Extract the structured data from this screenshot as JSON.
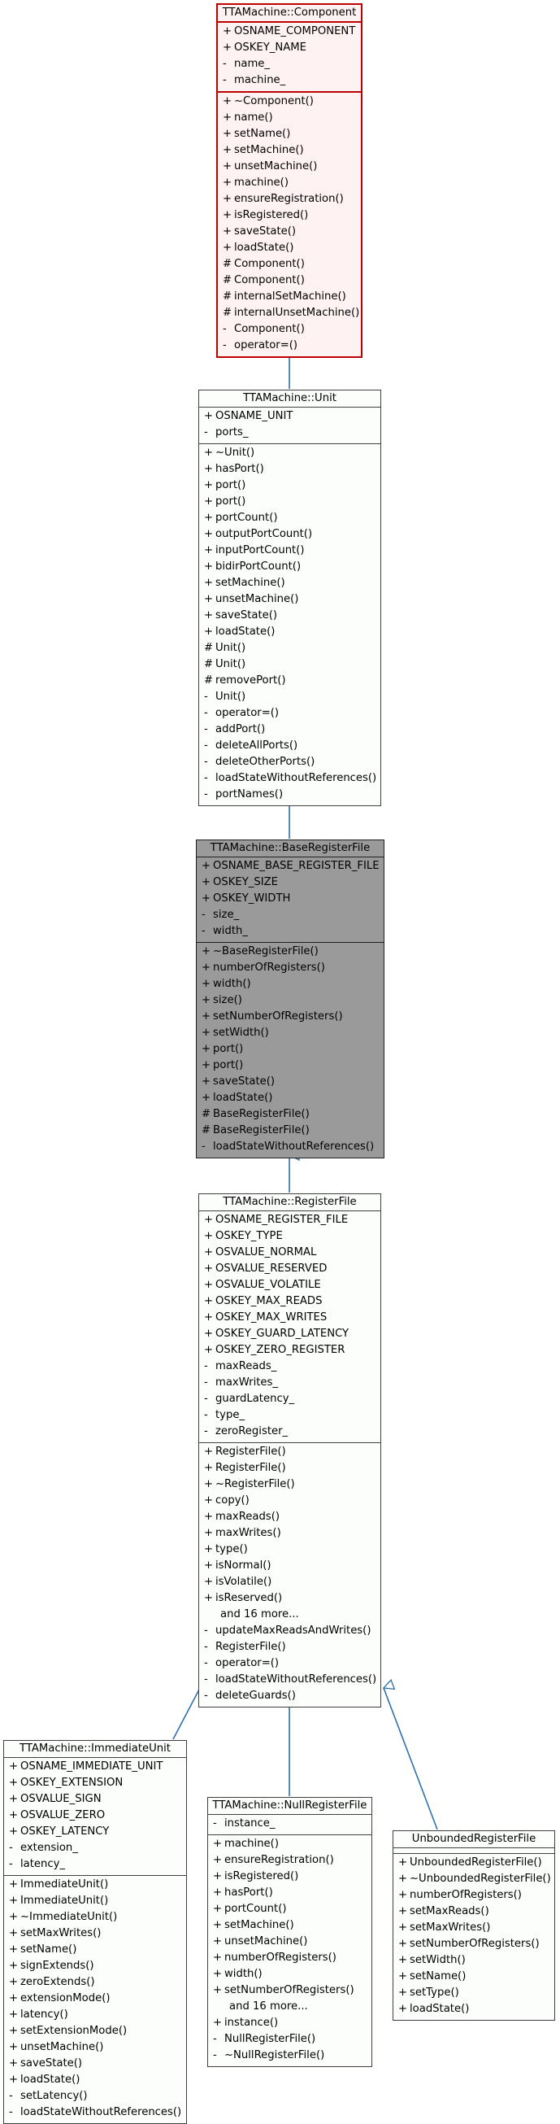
{
  "classes": {
    "component": {
      "title": "TTAMachine::Component",
      "attributes": [
        {
          "vis": "+",
          "name": "OSNAME_COMPONENT"
        },
        {
          "vis": "+",
          "name": "OSKEY_NAME"
        },
        {
          "vis": "-",
          "name": "name_"
        },
        {
          "vis": "-",
          "name": "machine_"
        }
      ],
      "methods": [
        {
          "vis": "+",
          "name": "~Component()"
        },
        {
          "vis": "+",
          "name": "name()"
        },
        {
          "vis": "+",
          "name": "setName()"
        },
        {
          "vis": "+",
          "name": "setMachine()"
        },
        {
          "vis": "+",
          "name": "unsetMachine()"
        },
        {
          "vis": "+",
          "name": "machine()"
        },
        {
          "vis": "+",
          "name": "ensureRegistration()"
        },
        {
          "vis": "+",
          "name": "isRegistered()"
        },
        {
          "vis": "+",
          "name": "saveState()"
        },
        {
          "vis": "+",
          "name": "loadState()"
        },
        {
          "vis": "#",
          "name": "Component()"
        },
        {
          "vis": "#",
          "name": "Component()"
        },
        {
          "vis": "#",
          "name": "internalSetMachine()"
        },
        {
          "vis": "#",
          "name": "internalUnsetMachine()"
        },
        {
          "vis": "-",
          "name": "Component()"
        },
        {
          "vis": "-",
          "name": "operator=()"
        }
      ]
    },
    "unit": {
      "title": "TTAMachine::Unit",
      "attributes": [
        {
          "vis": "+",
          "name": "OSNAME_UNIT"
        },
        {
          "vis": "-",
          "name": "ports_"
        }
      ],
      "methods": [
        {
          "vis": "+",
          "name": "~Unit()"
        },
        {
          "vis": "+",
          "name": "hasPort()"
        },
        {
          "vis": "+",
          "name": "port()"
        },
        {
          "vis": "+",
          "name": "port()"
        },
        {
          "vis": "+",
          "name": "portCount()"
        },
        {
          "vis": "+",
          "name": "outputPortCount()"
        },
        {
          "vis": "+",
          "name": "inputPortCount()"
        },
        {
          "vis": "+",
          "name": "bidirPortCount()"
        },
        {
          "vis": "+",
          "name": "setMachine()"
        },
        {
          "vis": "+",
          "name": "unsetMachine()"
        },
        {
          "vis": "+",
          "name": "saveState()"
        },
        {
          "vis": "+",
          "name": "loadState()"
        },
        {
          "vis": "#",
          "name": "Unit()"
        },
        {
          "vis": "#",
          "name": "Unit()"
        },
        {
          "vis": "#",
          "name": "removePort()"
        },
        {
          "vis": "-",
          "name": "Unit()"
        },
        {
          "vis": "-",
          "name": "operator=()"
        },
        {
          "vis": "-",
          "name": "addPort()"
        },
        {
          "vis": "-",
          "name": "deleteAllPorts()"
        },
        {
          "vis": "-",
          "name": "deleteOtherPorts()"
        },
        {
          "vis": "-",
          "name": "loadStateWithoutReferences()"
        },
        {
          "vis": "-",
          "name": "portNames()"
        }
      ]
    },
    "baseRegisterFile": {
      "title": "TTAMachine::BaseRegisterFile",
      "attributes": [
        {
          "vis": "+",
          "name": "OSNAME_BASE_REGISTER_FILE"
        },
        {
          "vis": "+",
          "name": "OSKEY_SIZE"
        },
        {
          "vis": "+",
          "name": "OSKEY_WIDTH"
        },
        {
          "vis": "-",
          "name": "size_"
        },
        {
          "vis": "-",
          "name": "width_"
        }
      ],
      "methods": [
        {
          "vis": "+",
          "name": "~BaseRegisterFile()"
        },
        {
          "vis": "+",
          "name": "numberOfRegisters()"
        },
        {
          "vis": "+",
          "name": "width()"
        },
        {
          "vis": "+",
          "name": "size()"
        },
        {
          "vis": "+",
          "name": "setNumberOfRegisters()"
        },
        {
          "vis": "+",
          "name": "setWidth()"
        },
        {
          "vis": "+",
          "name": "port()"
        },
        {
          "vis": "+",
          "name": "port()"
        },
        {
          "vis": "+",
          "name": "saveState()"
        },
        {
          "vis": "+",
          "name": "loadState()"
        },
        {
          "vis": "#",
          "name": "BaseRegisterFile()"
        },
        {
          "vis": "#",
          "name": "BaseRegisterFile()"
        },
        {
          "vis": "-",
          "name": "loadStateWithoutReferences()"
        }
      ]
    },
    "registerFile": {
      "title": "TTAMachine::RegisterFile",
      "attributes": [
        {
          "vis": "+",
          "name": "OSNAME_REGISTER_FILE"
        },
        {
          "vis": "+",
          "name": "OSKEY_TYPE"
        },
        {
          "vis": "+",
          "name": "OSVALUE_NORMAL"
        },
        {
          "vis": "+",
          "name": "OSVALUE_RESERVED"
        },
        {
          "vis": "+",
          "name": "OSVALUE_VOLATILE"
        },
        {
          "vis": "+",
          "name": "OSKEY_MAX_READS"
        },
        {
          "vis": "+",
          "name": "OSKEY_MAX_WRITES"
        },
        {
          "vis": "+",
          "name": "OSKEY_GUARD_LATENCY"
        },
        {
          "vis": "+",
          "name": "OSKEY_ZERO_REGISTER"
        },
        {
          "vis": "-",
          "name": "maxReads_"
        },
        {
          "vis": "-",
          "name": "maxWrites_"
        },
        {
          "vis": "-",
          "name": "guardLatency_"
        },
        {
          "vis": "-",
          "name": "type_"
        },
        {
          "vis": "-",
          "name": "zeroRegister_"
        }
      ],
      "methods": [
        {
          "vis": "+",
          "name": "RegisterFile()"
        },
        {
          "vis": "+",
          "name": "RegisterFile()"
        },
        {
          "vis": "+",
          "name": "~RegisterFile()"
        },
        {
          "vis": "+",
          "name": "copy()"
        },
        {
          "vis": "+",
          "name": "maxReads()"
        },
        {
          "vis": "+",
          "name": "maxWrites()"
        },
        {
          "vis": "+",
          "name": "type()"
        },
        {
          "vis": "+",
          "name": "isNormal()"
        },
        {
          "vis": "+",
          "name": "isVolatile()"
        },
        {
          "vis": "+",
          "name": "isReserved()"
        },
        {
          "vis": "",
          "name": "and 16 more..."
        },
        {
          "vis": "-",
          "name": "updateMaxReadsAndWrites()"
        },
        {
          "vis": "-",
          "name": "RegisterFile()"
        },
        {
          "vis": "-",
          "name": "operator=()"
        },
        {
          "vis": "-",
          "name": "loadStateWithoutReferences()"
        },
        {
          "vis": "-",
          "name": "deleteGuards()"
        }
      ]
    },
    "immediateUnit": {
      "title": "TTAMachine::ImmediateUnit",
      "attributes": [
        {
          "vis": "+",
          "name": "OSNAME_IMMEDIATE_UNIT"
        },
        {
          "vis": "+",
          "name": "OSKEY_EXTENSION"
        },
        {
          "vis": "+",
          "name": "OSVALUE_SIGN"
        },
        {
          "vis": "+",
          "name": "OSVALUE_ZERO"
        },
        {
          "vis": "+",
          "name": "OSKEY_LATENCY"
        },
        {
          "vis": "-",
          "name": "extension_"
        },
        {
          "vis": "-",
          "name": "latency_"
        }
      ],
      "methods": [
        {
          "vis": "+",
          "name": "ImmediateUnit()"
        },
        {
          "vis": "+",
          "name": "ImmediateUnit()"
        },
        {
          "vis": "+",
          "name": "~ImmediateUnit()"
        },
        {
          "vis": "+",
          "name": "setMaxWrites()"
        },
        {
          "vis": "+",
          "name": "setName()"
        },
        {
          "vis": "+",
          "name": "signExtends()"
        },
        {
          "vis": "+",
          "name": "zeroExtends()"
        },
        {
          "vis": "+",
          "name": "extensionMode()"
        },
        {
          "vis": "+",
          "name": "latency()"
        },
        {
          "vis": "+",
          "name": "setExtensionMode()"
        },
        {
          "vis": "+",
          "name": "unsetMachine()"
        },
        {
          "vis": "+",
          "name": "saveState()"
        },
        {
          "vis": "+",
          "name": "loadState()"
        },
        {
          "vis": "-",
          "name": "setLatency()"
        },
        {
          "vis": "-",
          "name": "loadStateWithoutReferences()"
        }
      ]
    },
    "nullRegisterFile": {
      "title": "TTAMachine::NullRegisterFile",
      "attributes": [
        {
          "vis": "-",
          "name": "instance_"
        }
      ],
      "methods": [
        {
          "vis": "+",
          "name": "machine()"
        },
        {
          "vis": "+",
          "name": "ensureRegistration()"
        },
        {
          "vis": "+",
          "name": "isRegistered()"
        },
        {
          "vis": "+",
          "name": "hasPort()"
        },
        {
          "vis": "+",
          "name": "portCount()"
        },
        {
          "vis": "+",
          "name": "setMachine()"
        },
        {
          "vis": "+",
          "name": "unsetMachine()"
        },
        {
          "vis": "+",
          "name": "numberOfRegisters()"
        },
        {
          "vis": "+",
          "name": "width()"
        },
        {
          "vis": "+",
          "name": "setNumberOfRegisters()"
        },
        {
          "vis": "",
          "name": "and 16 more..."
        },
        {
          "vis": "+",
          "name": "instance()"
        },
        {
          "vis": "-",
          "name": "NullRegisterFile()"
        },
        {
          "vis": "-",
          "name": "~NullRegisterFile()"
        }
      ]
    },
    "unboundedRegisterFile": {
      "title": "UnboundedRegisterFile",
      "attributes": [],
      "methods": [
        {
          "vis": "+",
          "name": "UnboundedRegisterFile()"
        },
        {
          "vis": "+",
          "name": "~UnboundedRegisterFile()"
        },
        {
          "vis": "+",
          "name": "numberOfRegisters()"
        },
        {
          "vis": "+",
          "name": "setMaxReads()"
        },
        {
          "vis": "+",
          "name": "setMaxWrites()"
        },
        {
          "vis": "+",
          "name": "setNumberOfRegisters()"
        },
        {
          "vis": "+",
          "name": "setWidth()"
        },
        {
          "vis": "+",
          "name": "setName()"
        },
        {
          "vis": "+",
          "name": "setType()"
        },
        {
          "vis": "+",
          "name": "loadState()"
        }
      ]
    }
  },
  "colors": {
    "edge": "#2f6fad",
    "focus_fill": "#9a9a9a",
    "root_border": "#bf0000",
    "root_fill": "#fff2f2",
    "default_fill": "#fbfefb"
  }
}
